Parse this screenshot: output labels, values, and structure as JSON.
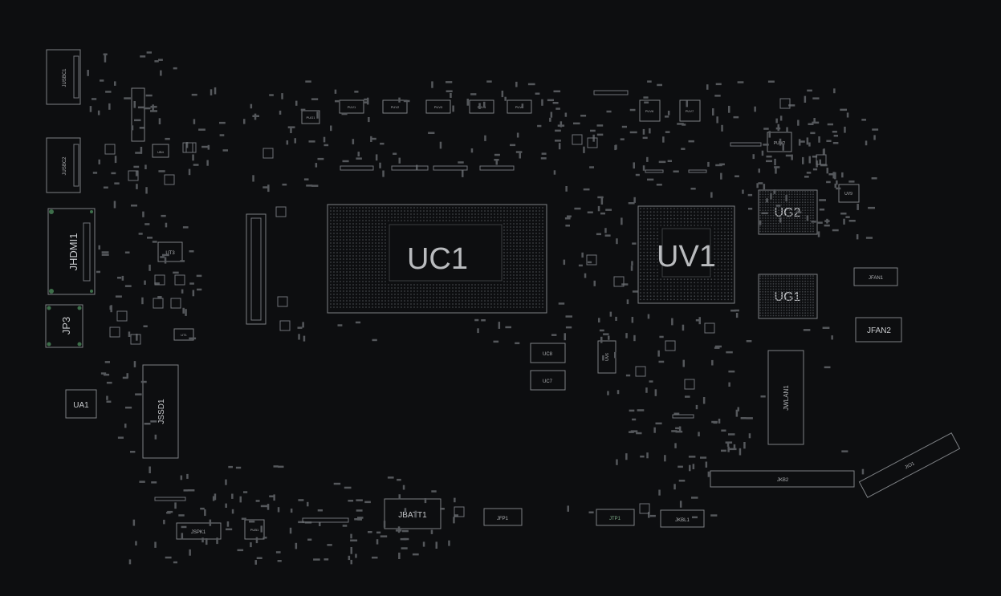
{
  "board": {
    "background": "#0d0e10",
    "outline_color": "#7d8084",
    "pad_color": "#55585c"
  },
  "components": {
    "uc1": "UC1",
    "uv1": "UV1",
    "ug2": "UG2",
    "ug1": "UG1",
    "jhdmi1": "JHDMI1",
    "jp3": "JP3",
    "ua1": "UA1",
    "jssd1": "JSSD1",
    "jusbc1": "JUSBC1",
    "jusbc2": "JUSBC2",
    "ut3": "UT3",
    "jfan1": "JFAN1",
    "jfan2": "JFAN2",
    "jwlan1": "JWLAN1",
    "jkb2": "JKB2",
    "jio1": "JIO1",
    "jbatt1": "JBATT1",
    "jfp1": "JFP1",
    "jtp1": "JTP1",
    "jkbl1": "JKBL1",
    "jspk1": "JSPK1",
    "uc8": "UC8",
    "uc7": "UC7",
    "uv9": "UV9",
    "puw2": "PUW2",
    "pug1": "PUG1",
    "pub1": "PUB1",
    "uv6": "UV6",
    "ub4": "UB4",
    "pu_a": "PUV1",
    "pu_b": "PUV2",
    "pu_c": "PUV3",
    "pu_d": "PUV4",
    "pu_e": "PUV5",
    "pu_f": "PUV6",
    "pu_g": "PUV7",
    "ut_small": "UT1"
  }
}
